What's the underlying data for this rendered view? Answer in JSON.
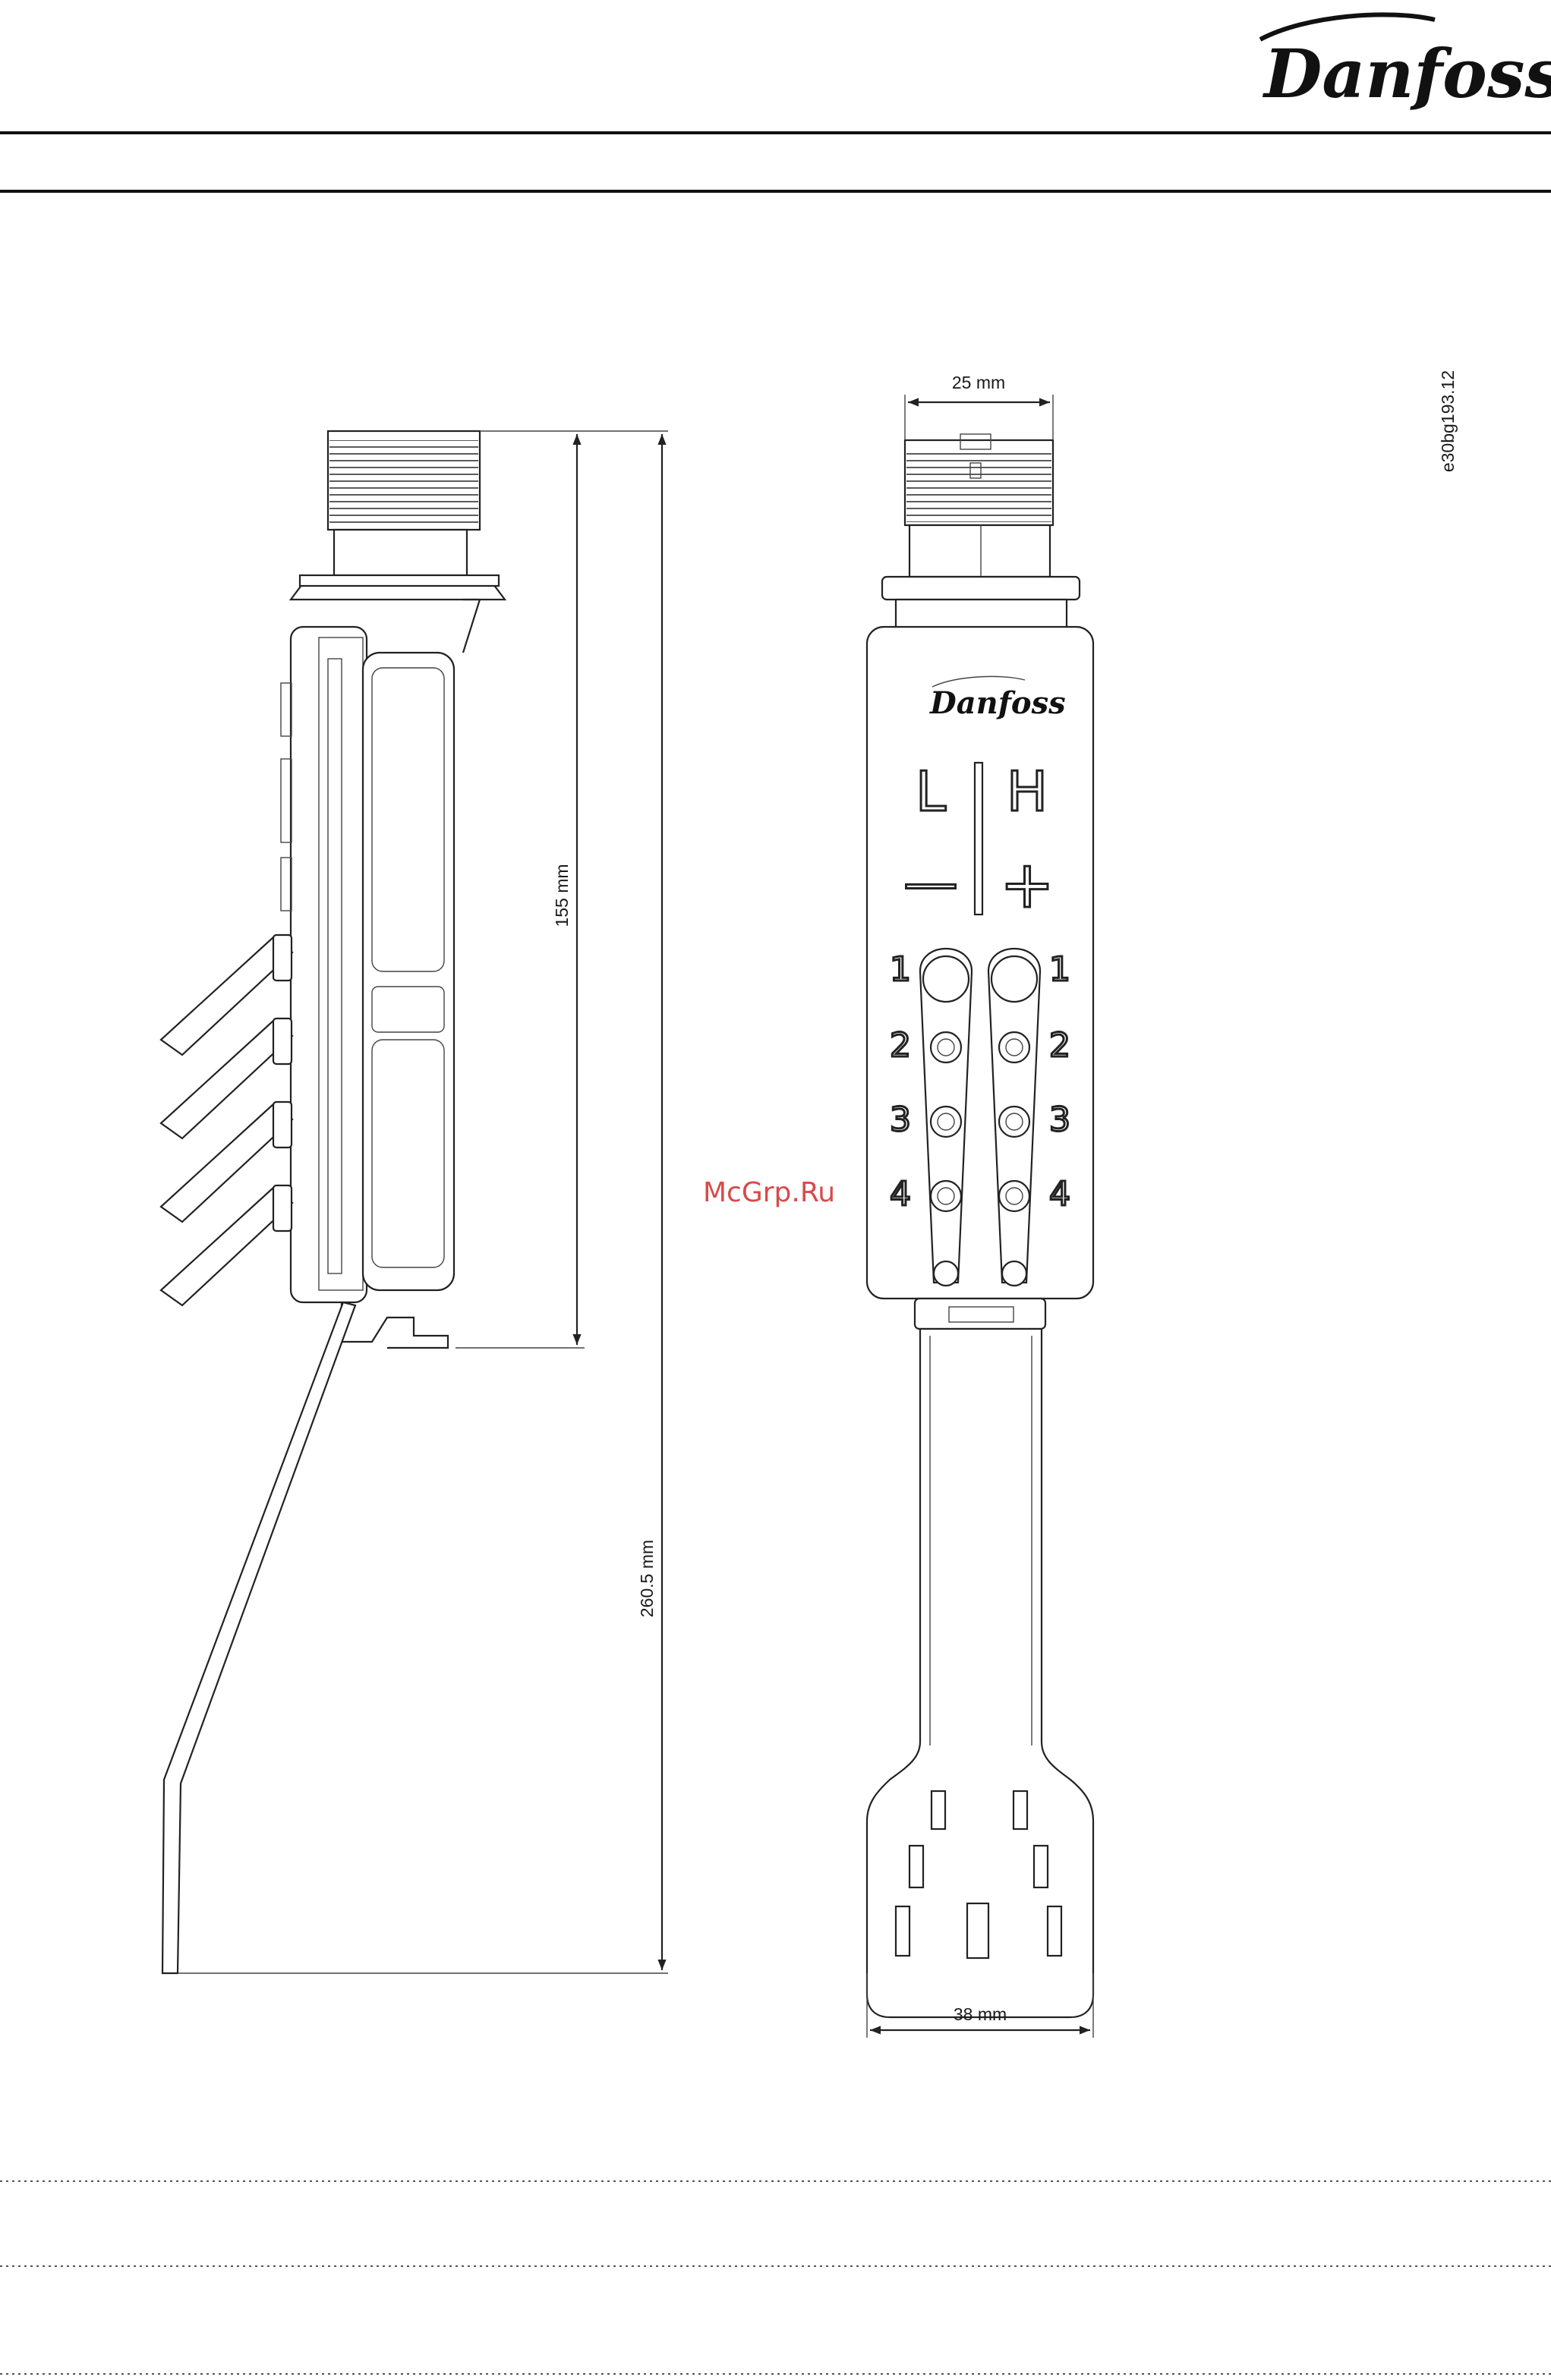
{
  "brand": {
    "logo_text": "Danfoss"
  },
  "figure": {
    "code": "e30bg193.12"
  },
  "dimensions": {
    "top_width": "25 mm",
    "bottom_width": "38 mm",
    "body_height": "155 mm",
    "total_height": "260.5 mm"
  },
  "front_panel": {
    "logo_text": "Danfoss",
    "label_low": "L",
    "label_high": "H",
    "sign_minus": "—",
    "sign_plus": "+",
    "port_numbers_left": [
      "1",
      "2",
      "3",
      "4"
    ],
    "port_numbers_right": [
      "1",
      "2",
      "3",
      "4"
    ]
  },
  "watermark": {
    "text": "McGrp.Ru"
  },
  "colors": {
    "line": "#222222",
    "watermark": "#d84a4a",
    "background": "#ffffff"
  }
}
